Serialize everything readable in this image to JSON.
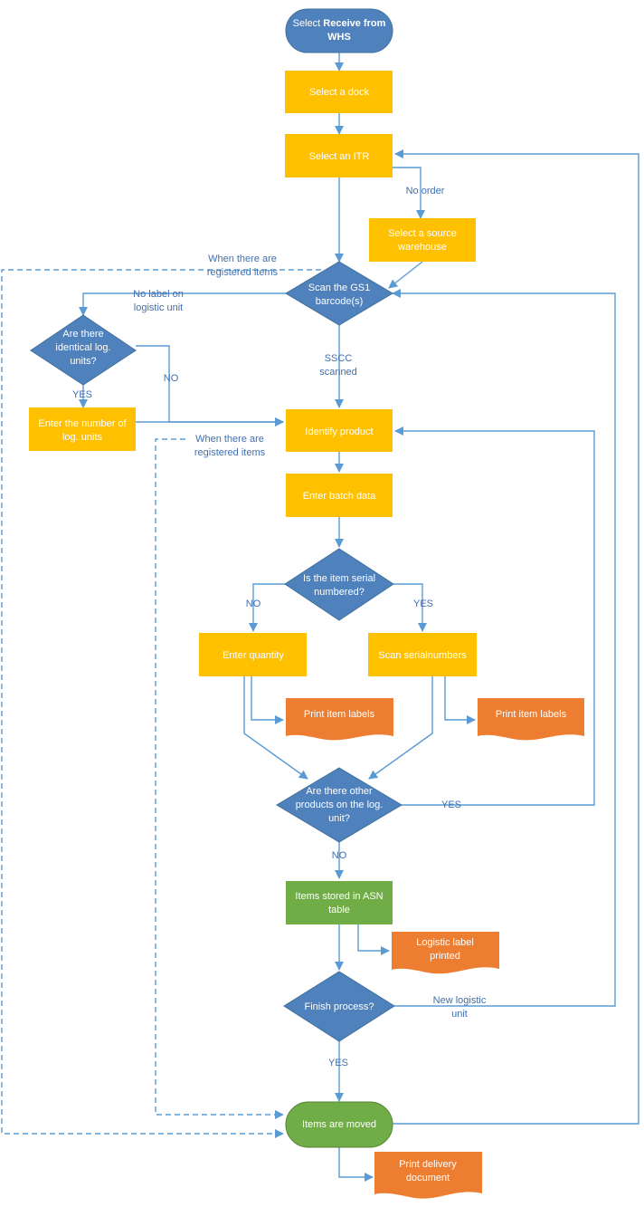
{
  "colors": {
    "terminal_blue": "#4f81bd",
    "process_orange": "#ffc000",
    "document_orange": "#ed7d31",
    "decision_blue": "#4f81bd",
    "green": "#70ad47",
    "connector": "#5b9bd5",
    "label_text": "#3f6fb0"
  },
  "nodes": {
    "start": {
      "pre": "Select ",
      "bold": "Receive from",
      "line2": "WHS"
    },
    "select_dock": "Select a dock",
    "select_itr": "Select an ITR",
    "select_source": {
      "line1": "Select a source",
      "line2": "warehouse"
    },
    "scan_gs1": {
      "line1": "Scan the GS1",
      "line2": "barcode(s)"
    },
    "identical_units": {
      "line1": "Are there",
      "line2": "identical log.",
      "line3": "units?"
    },
    "enter_number": {
      "line1": "Enter the number of",
      "line2": "log. units"
    },
    "identify_product": "Identify product",
    "enter_batch": "Enter batch data",
    "serial_numbered": {
      "line1": "Is the item serial",
      "line2": "numbered?"
    },
    "enter_quantity": "Enter quantity",
    "scan_serials": "Scan serialnumbers",
    "print_item_labels_1": "Print item labels",
    "print_item_labels_2": "Print item labels",
    "other_products": {
      "line1": "Are there other",
      "line2": "products on the log.",
      "line3": "unit?"
    },
    "items_stored": {
      "line1": "Items stored in ASN",
      "line2": "table"
    },
    "logistic_label": {
      "line1": "Logistic label",
      "line2": "printed"
    },
    "finish_process": "Finish process?",
    "items_moved": "Items are moved",
    "print_delivery": {
      "line1": "Print delivery",
      "line2": "document"
    }
  },
  "labels": {
    "no_order": "No order",
    "registered_1": {
      "line1": "When there are",
      "line2": "registered items"
    },
    "no_label": {
      "line1": "No label on",
      "line2": "logistic unit"
    },
    "no_identical": "NO",
    "yes_identical": "YES",
    "sscc": {
      "line1": "SSCC",
      "line2": "scanned"
    },
    "registered_2": {
      "line1": "When there are",
      "line2": "registered items"
    },
    "no_serial": "NO",
    "yes_serial": "YES",
    "yes_other": "YES",
    "no_other": "NO",
    "new_logistic": {
      "line1": "New logistic",
      "line2": "unit"
    },
    "yes_finish": "YES"
  }
}
